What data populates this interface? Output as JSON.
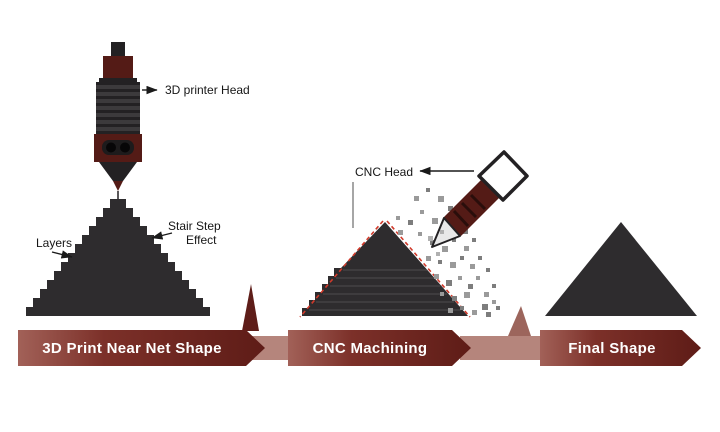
{
  "labels": {
    "printer_head": "3D printer Head",
    "layers": "Layers",
    "stair_step_line1": "Stair Step",
    "stair_step_line2": "Effect",
    "cnc_head": "CNC Head"
  },
  "steps": [
    {
      "label": "3D Print Near Net Shape"
    },
    {
      "label": "CNC Machining"
    },
    {
      "label": "Final Shape"
    }
  ],
  "colors": {
    "dark": "#2e2c2e",
    "maroon": "#541b16",
    "ribbon_dark": "#5e1c17",
    "ribbon_mid": "#7c3029",
    "ribbon_light": "#a26158",
    "connector": "#b5857c",
    "red_dash": "#d03a2b",
    "chip_light": "#9a9a9a",
    "chip_dark": "#7d7d7d",
    "tool_white": "#ffffff"
  }
}
